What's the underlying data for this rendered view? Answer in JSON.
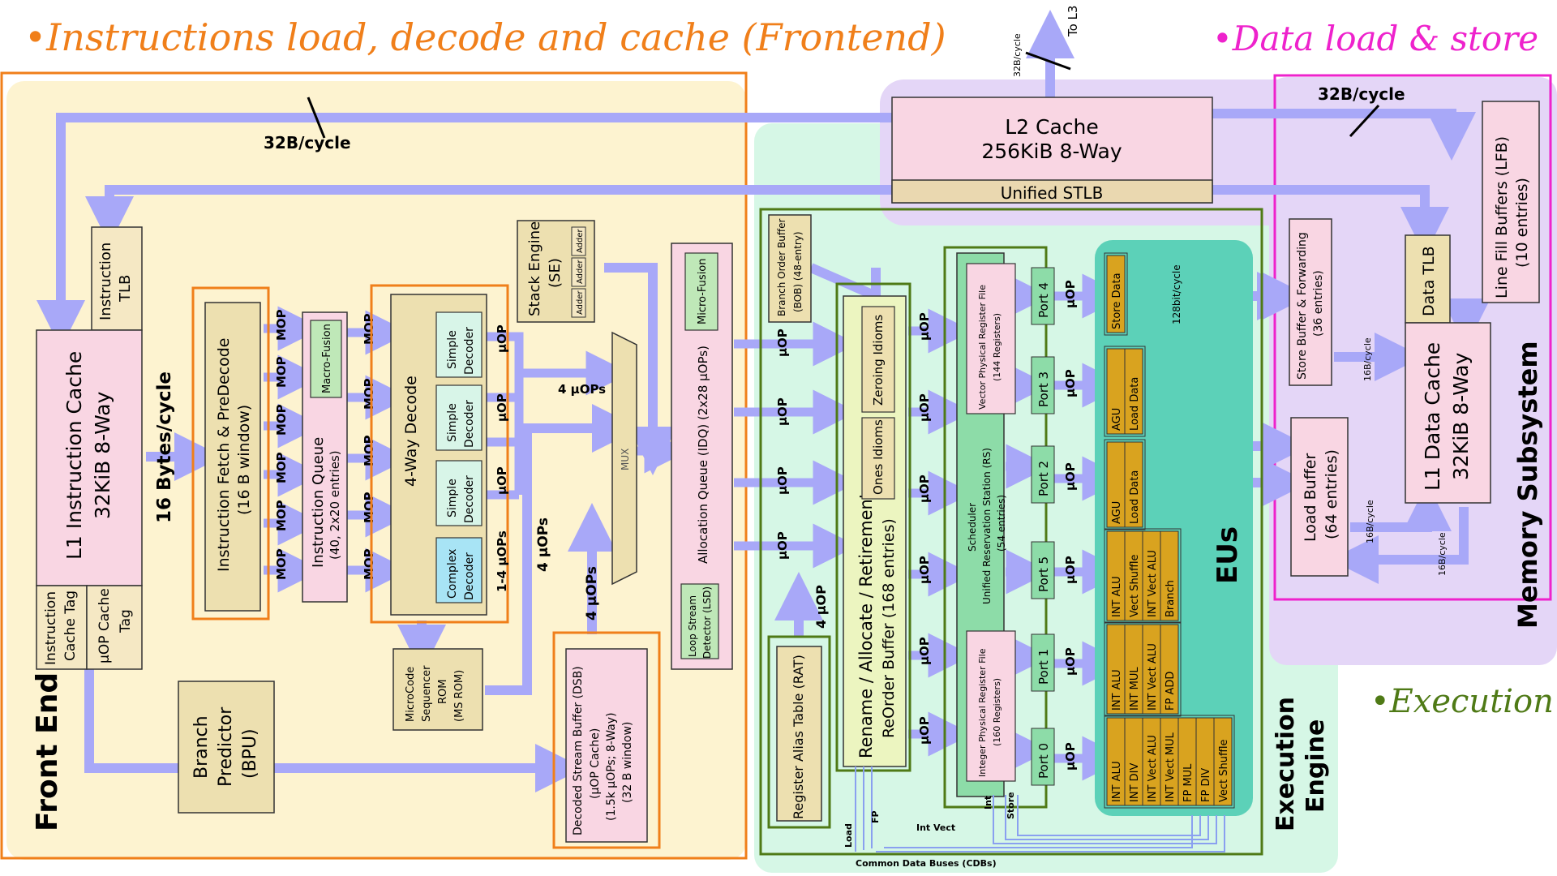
{
  "annotations": {
    "frontend": "•Instructions load, decode and cache (Frontend)",
    "data": "•Data load & store",
    "execution": "•Execution"
  },
  "l2": {
    "title": "L2 Cache",
    "size": "256KiB 8-Way",
    "stlb": "Unified STLB",
    "to_l3": "To L3",
    "to_l3_bw": "32B/cycle"
  },
  "bandwidth": {
    "front_l2": "32B/cycle",
    "mem_l2": "32B/cycle",
    "fetch": "16 Bytes/cycle",
    "store_data": "128bit/cycle",
    "sb_l1": "16B/cycle",
    "lb_l1": "16B/cycle",
    "l1_lb": "16B/cycle"
  },
  "frontend": {
    "label": "Front End",
    "itlb": [
      "Instruction",
      "TLB"
    ],
    "l1i": [
      "L1 Instruction Cache",
      "32KiB 8-Way"
    ],
    "ictag": [
      "Instruction",
      "Cache Tag"
    ],
    "uoptag": [
      "µOP Cache",
      "Tag"
    ],
    "fetch": [
      "Instruction Fetch & PreDecode",
      "(16 B window)"
    ],
    "iq": [
      "Instruction Queue",
      "(40, 2x20 entries)"
    ],
    "macrofusion": "Macro-Fusion",
    "decode": "4-Way Decode",
    "simple_decoder": [
      "Simple",
      "Decoder"
    ],
    "complex_decoder": [
      "Complex",
      "Decoder"
    ],
    "mop": "MOP",
    "uop": "µOP",
    "uop14": "1-4 µOPs",
    "uops4": "4 µOPs",
    "stack": [
      "Stack Engine",
      "(SE)"
    ],
    "adder": "Adder",
    "mux": "MUX",
    "idq": "Allocation Queue (IDQ) (2x28 µOPs)",
    "microfusion": "Micro-Fusion",
    "lsd": [
      "Loop Stream",
      "Detector (LSD)"
    ],
    "msrom": [
      "MicroCode",
      "Sequencer",
      "ROM",
      "(MS ROM)"
    ],
    "dsb": [
      "Decoded Stream Buffer (DSB)",
      "(µOP Cache)",
      "(1.5k µOPs; 8-Way)",
      "(32 B window)"
    ],
    "bpu": [
      "Branch",
      "Predictor",
      "(BPU)"
    ]
  },
  "execution": {
    "label": [
      "Execution",
      "Engine"
    ],
    "bob": [
      "Branch Order Buffer",
      "(BOB) (48-entry)"
    ],
    "rob": [
      "Rename / Allocate / Retirement",
      "ReOrder Buffer (168 entries)"
    ],
    "zeroing": "Zeroing Idioms",
    "ones": "Ones Idioms",
    "rat": "Register Alias Table (RAT)",
    "uop4": "4 µOP",
    "vprf": [
      "Vector Physical Register File",
      "(144 Registers)"
    ],
    "iprf": [
      "Integer Physical Register File",
      "(160 Registers)"
    ],
    "rs": [
      "Scheduler",
      "Unified Reservation Station (RS)",
      "(54 entries)"
    ],
    "ports": [
      "Port 4",
      "Port 3",
      "Port 2",
      "Port 5",
      "Port 1",
      "Port 0"
    ],
    "eus_label": "EUs",
    "eu_store": [
      "Store Data"
    ],
    "eu_port3": [
      "AGU",
      "Load Data"
    ],
    "eu_port2": [
      "AGU",
      "Load Data"
    ],
    "eu_port5": [
      "INT ALU",
      "Vect Shuffle",
      "INT Vect ALU",
      "Branch"
    ],
    "eu_port1": [
      "INT ALU",
      "INT MUL",
      "INT Vect ALU",
      "FP ADD"
    ],
    "eu_port0": [
      "INT ALU",
      "INT DIV",
      "INT Vect ALU",
      "INT Vect MUL",
      "FP MUL",
      "FP DIV",
      "Vect Shuffle"
    ],
    "cdb": "Common Data Buses (CDBs)",
    "bus_load": "Load",
    "bus_fp": "FP",
    "bus_intvect": "Int Vect",
    "bus_int": "Int",
    "bus_store": "Store"
  },
  "memory": {
    "label": "Memory Subsystem",
    "lfb": [
      "Line Fill Buffers (LFB)",
      "(10 entries)"
    ],
    "dtlb": "Data TLB",
    "sb": [
      "Store Buffer & Forwarding",
      "(36 entries)"
    ],
    "l1d": [
      "L1 Data Cache",
      "32KiB 8-Way"
    ],
    "lb": [
      "Load Buffer",
      "(64 entries)"
    ]
  },
  "colors": {
    "frontend_bg": "#fdf3d0",
    "exec_bg": "#d6f7e6",
    "mem_bg": "#e4d6f7",
    "arrow": "#a8a8f8",
    "orange": "#f07f1a",
    "magenta": "#ee22cc",
    "green": "#4f7a16",
    "eu_fill": "#d9a31f",
    "eus_bg": "#5cd1b8"
  }
}
